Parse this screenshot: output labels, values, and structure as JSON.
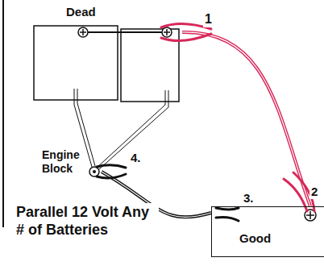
{
  "diagram": {
    "nodes": [
      {
        "text": [
          "Dead"
        ]
      },
      {
        "text": [
          "Engine Block"
        ]
      },
      {
        "text": [
          "Good"
        ]
      }
    ],
    "edges": [
      {
        "from": 0,
        "to": 2,
        "arrow": "none"
      },
      {
        "from": 2,
        "to": 1,
        "arrow": "none"
      }
    ],
    "labels": [
      "1",
      "2",
      "3.",
      "4.",
      "Parallel 12 Volt Any # of Batteries"
    ]
  }
}
